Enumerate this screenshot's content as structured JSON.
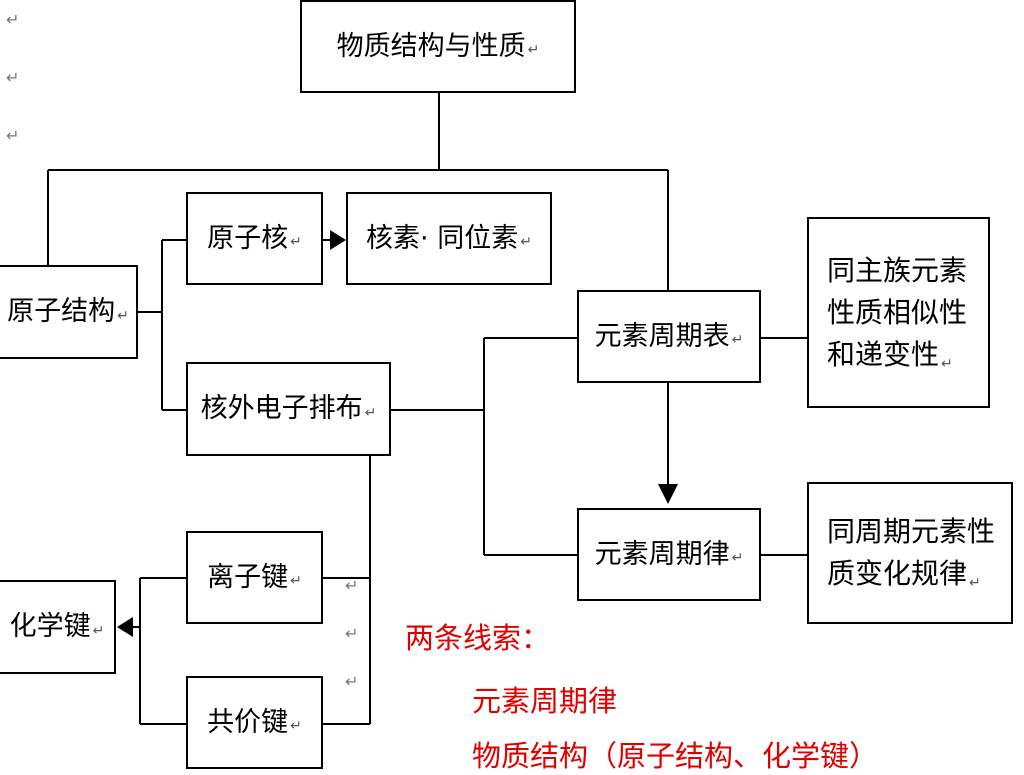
{
  "nodes": {
    "root": "物质结构与性质",
    "atomic_structure": "原子结构",
    "nucleus": "原子核",
    "nuclide": "核素· 同位素",
    "electron_config": "核外电子排布",
    "periodic_table": "元素周期表",
    "periodic_law": "元素周期律",
    "group_props": [
      "同主族元素",
      "性质相似性",
      "和递变性"
    ],
    "period_props": [
      "同周期元素性",
      "质变化规律"
    ],
    "ionic_bond": "离子键",
    "covalent_bond": "共价键",
    "chemical_bond": "化学键"
  },
  "return_mark": "↵",
  "notes": {
    "heading": "两条线索：",
    "line1": "元素周期律",
    "line2": "物质结构（原子结构、化学键）"
  },
  "colors": {
    "note": "#e00000",
    "line": "#000000"
  }
}
